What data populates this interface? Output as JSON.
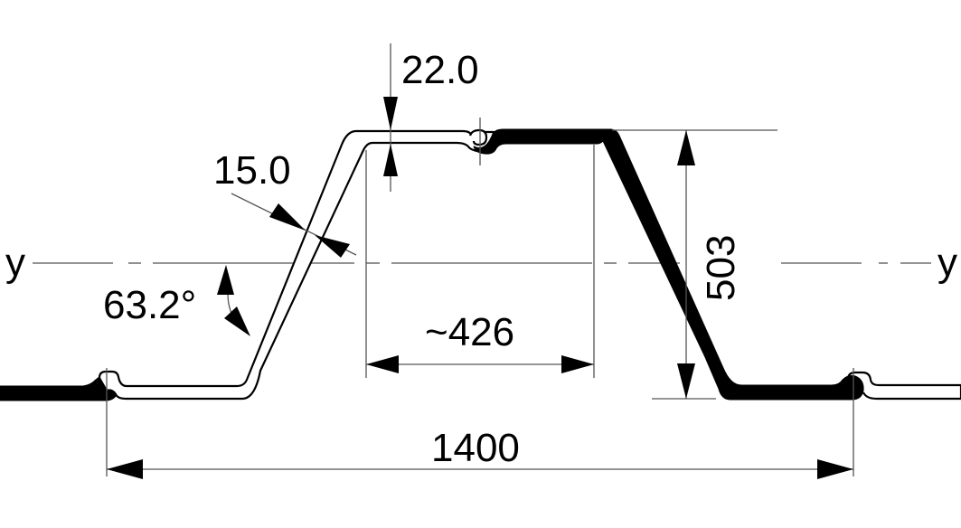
{
  "drawing": {
    "subject": "Z-profile sheet pile cross-section",
    "axis": {
      "left_label": "y",
      "right_label": "y"
    },
    "dimensions": {
      "flange_thickness": "22.0",
      "web_thickness": "15.0",
      "web_angle": "63.2°",
      "flange_width": "~426",
      "height": "503",
      "system_width": "1400"
    },
    "colors": {
      "line": "#000000",
      "dimension_line": "#555555",
      "background": "#ffffff"
    }
  }
}
